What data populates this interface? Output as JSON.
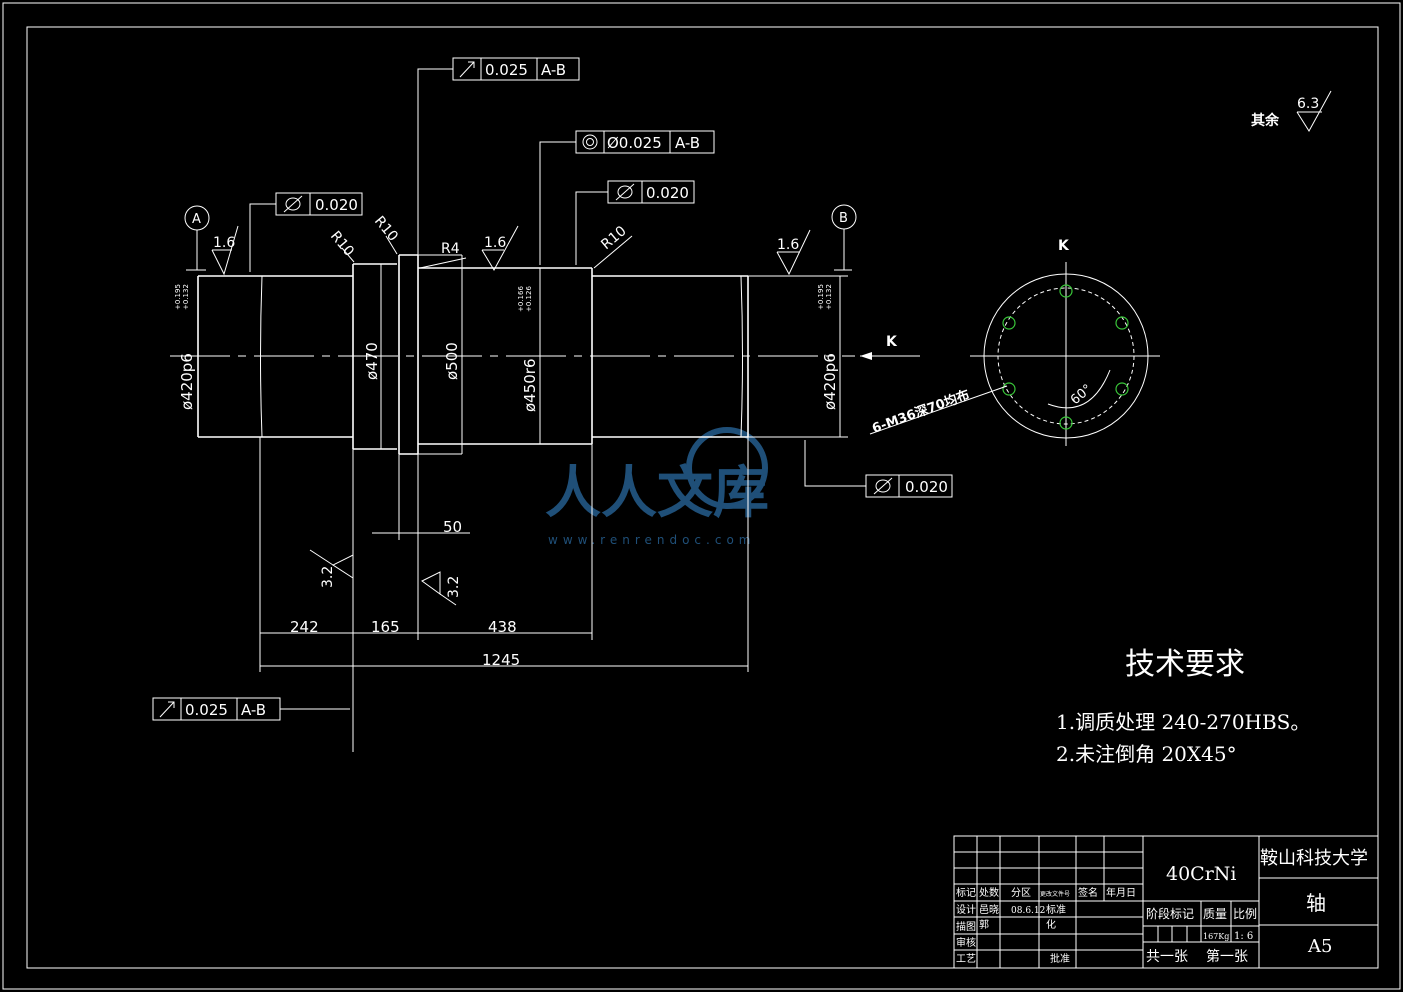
{
  "drawing": {
    "datums": [
      "A",
      "B"
    ],
    "gtol": {
      "top_runout": {
        "tol": "0.025",
        "ref": "A-B"
      },
      "concentricity": {
        "tol": "Ø0.025",
        "ref": "A-B"
      },
      "cyl_left": {
        "tol": "0.020"
      },
      "cyl_mid": {
        "tol": "0.020"
      },
      "cyl_right": {
        "tol": "0.020"
      },
      "bottom_runout": {
        "tol": "0.025",
        "ref": "A-B"
      }
    },
    "radii": [
      "R10",
      "R10",
      "R4",
      "R10"
    ],
    "roughness": {
      "main": "1.6",
      "shoulder": "3.2",
      "other_label": "其余",
      "other_value": "6.3"
    },
    "diameters": {
      "left": "ø420p6",
      "left_tol_upper": "+0.195",
      "left_tol_lower": "+0.132",
      "d470": "ø470",
      "d500": "ø500",
      "mid": "ø450r6",
      "mid_tol_upper": "+0.166",
      "mid_tol_lower": "+0.126",
      "right": "ø420p6",
      "right_tol_upper": "+0.195",
      "right_tol_lower": "+0.132"
    },
    "lengths": {
      "collar": "50",
      "l1": "242",
      "l2": "165",
      "l3": "438",
      "total": "1245"
    },
    "view_label": "K",
    "hole_spec": "6-M36深70均布",
    "angle": "60°"
  },
  "watermark": {
    "text": "人人文库",
    "url": "www.renrendoc.com"
  },
  "requirements": {
    "title": "技术要求",
    "items": [
      "1.调质处理 240-270HBS。",
      "2.未注倒角 20X45°"
    ]
  },
  "title_block": {
    "material": "40CrNi",
    "school": "鞍山科技大学",
    "part_name": "轴",
    "drawing_no": "A5",
    "headers": [
      "标记",
      "处数",
      "分区",
      "更改文件号",
      "签名",
      "年月日"
    ],
    "design": "设计",
    "designer": "邑晓",
    "date": "08.6.12",
    "standard": "标准",
    "standard2": "化",
    "drafting": "描图",
    "drafter": "郭",
    "review": "审核",
    "process": "工艺",
    "approve": "批准",
    "stage_mark": "阶段标记",
    "weight": "质量",
    "scale": "比例",
    "weight_val": "167Kg",
    "scale_val": "1: 6",
    "sheets_total": "共一张",
    "sheet_no": "第一张"
  }
}
